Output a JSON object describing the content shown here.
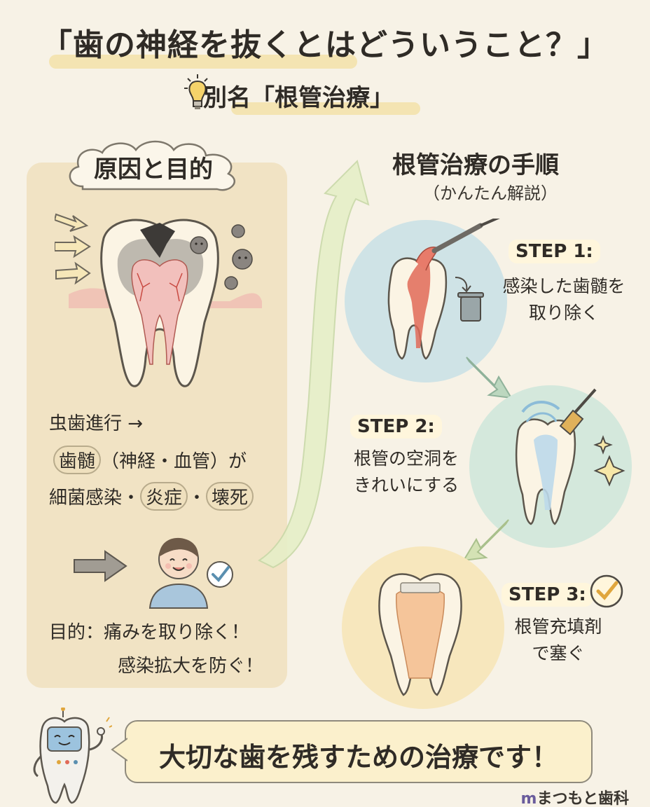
{
  "title": "「歯の神経を抜くとはどういうこと？」",
  "subtitle": "別名「根管治療」",
  "left": {
    "heading": "原因と目的",
    "cause_line1": "虫歯進行 →",
    "cause_line2_a": "歯髄",
    "cause_line2_b": "（神経・血管）が",
    "cause_line3_a": "細菌感染・",
    "cause_line3_b": "炎症",
    "cause_line3_c": "・",
    "cause_line3_d": "壊死",
    "purpose_line1": "目的：痛みを取り除く！",
    "purpose_line2": "感染拡大を防ぐ！"
  },
  "right": {
    "heading": "根管治療の手順",
    "subheading": "（かんたん解説）",
    "steps": [
      {
        "label": "STEP 1:",
        "line1": "感染した歯髄を",
        "line2": "取り除く"
      },
      {
        "label": "STEP 2:",
        "line1": "根管の空洞を",
        "line2": "きれいにする"
      },
      {
        "label": "STEP 3:",
        "line1": "根管充填剤",
        "line2": "で塞ぐ"
      }
    ]
  },
  "bottom_message": "大切な歯を残すための治療です！",
  "footer_brand_m": "m",
  "footer_brand": "まつもと歯科",
  "colors": {
    "background": "#f7f2e6",
    "panel": "#f1e3c4",
    "step1_circle": "#cfe3e6",
    "step2_circle": "#d4e8dc",
    "step3_circle": "#f7e7bd",
    "arrow": "#c9d9a8",
    "highlight": "#f3dfa0"
  },
  "icons": [
    "lightbulb-icon",
    "cloud-icon",
    "bacteria-icon",
    "trash-icon",
    "broom-icon",
    "sparkle-icon",
    "check-icon",
    "robot-icon",
    "person-icon"
  ]
}
